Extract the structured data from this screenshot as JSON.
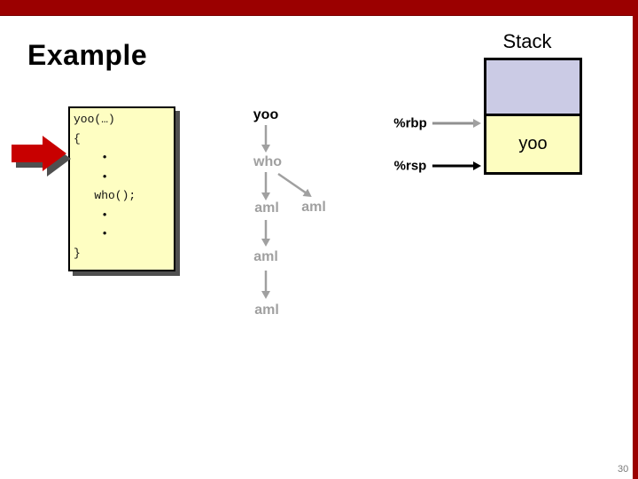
{
  "slide": {
    "title": "Example",
    "page_number": "30"
  },
  "code_box": {
    "lines": [
      "yoo(…)",
      "{",
      "    •",
      "    •",
      "   who();",
      "    •",
      "    •",
      "}"
    ]
  },
  "call_chain": {
    "nodes": [
      {
        "label": "yoo"
      },
      {
        "label": "who"
      },
      {
        "label": "aml"
      },
      {
        "label": "aml"
      },
      {
        "label": "aml"
      },
      {
        "label": "aml"
      }
    ]
  },
  "stack_diagram": {
    "title": "Stack",
    "registers": [
      {
        "label": "%rbp"
      },
      {
        "label": "%rsp"
      }
    ],
    "frames": [
      {
        "label": ""
      },
      {
        "label": "yoo"
      }
    ]
  },
  "colors": {
    "maroon_bar": "#9B0000",
    "red_arrow": "#C80000",
    "shadow_gray": "#4F4F4F",
    "code_box_yellow": "#FEFEC2",
    "stack_frame_yellow": "#FDFDC0",
    "stack_frame_purple": "#CBCBE5",
    "chain_gray": "#A0A0A0"
  }
}
